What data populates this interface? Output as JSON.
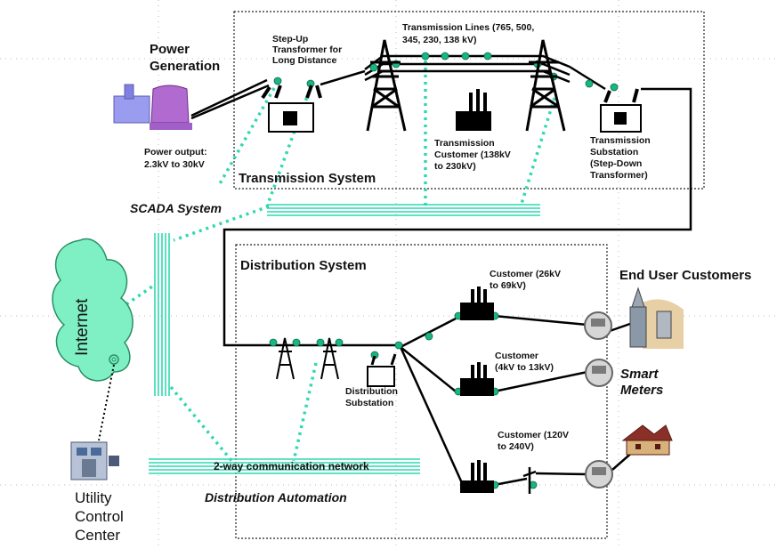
{
  "labels": {
    "power_generation_1": "Power",
    "power_generation_2": "Generation",
    "power_output_1": "Power output:",
    "power_output_2": "2.3kV to 30kV",
    "stepup_1": "Step-Up",
    "stepup_2": "Transformer for",
    "stepup_3": "Long Distance",
    "tlines_1": "Transmission Lines (765, 500,",
    "tlines_2": "345, 230, 138 kV)",
    "tcust_1": "Transmission",
    "tcust_2": "Customer (138kV",
    "tcust_3": "to 230kV)",
    "tsub_1": "Transmission",
    "tsub_2": "Substation",
    "tsub_3": "(Step-Down",
    "tsub_4": "Transformer)",
    "transmission_system": "Transmission System",
    "scada": "SCADA System",
    "distribution_system": "Distribution System",
    "dsub_1": "Distribution",
    "dsub_2": "Substation",
    "cust1_1": "Customer (26kV",
    "cust1_2": "to 69kV)",
    "cust2_1": "Customer",
    "cust2_2": "(4kV to 13kV)",
    "cust3_1": "Customer (120V",
    "cust3_2": "to 240V)",
    "end_users": "End User Customers",
    "smart_1": "Smart",
    "smart_2": "Meters",
    "internet": "Internet",
    "comm_network": "2-way communication network",
    "dist_automation": "Distribution Automation",
    "ucc_1": "Utility",
    "ucc_2": "Control",
    "ucc_3": "Center"
  },
  "colors": {
    "line": "#000000",
    "node": "#19b585",
    "comm": "#2fd8b0",
    "cloud": "#7ef0c4",
    "cloud_stroke": "#2a8f66",
    "plant": "#b06ad0",
    "box_border": "#222222"
  }
}
